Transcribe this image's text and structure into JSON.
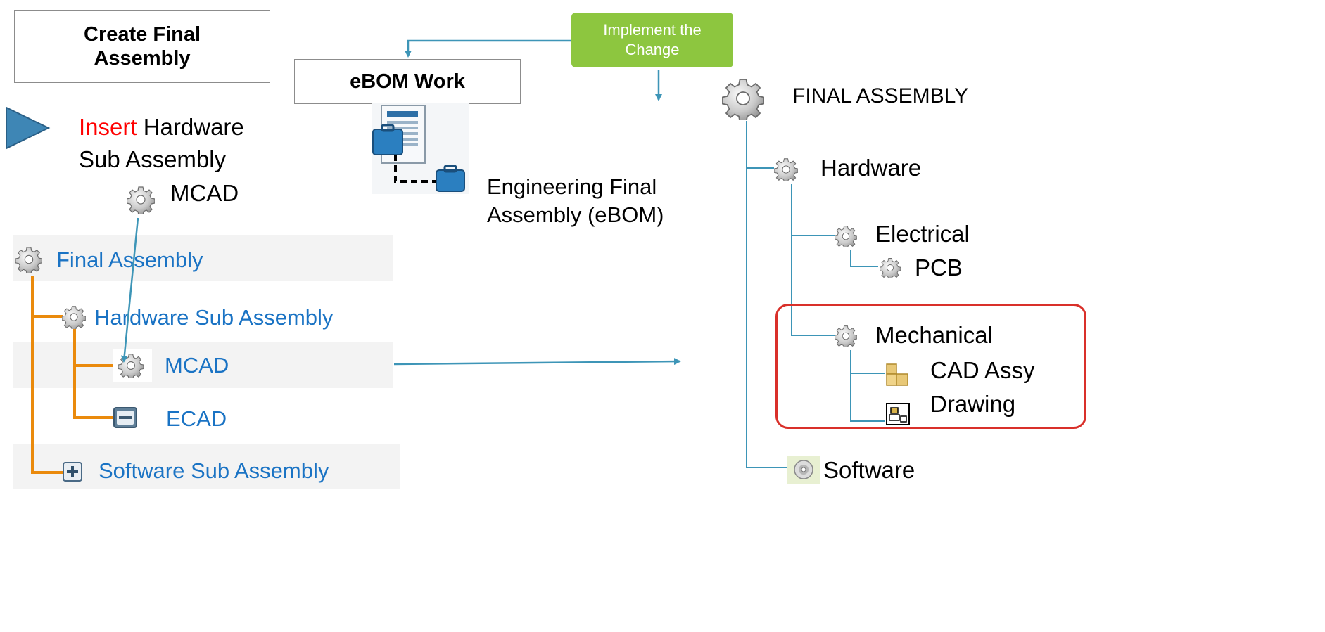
{
  "left_panel": {
    "create_box_line1": "Create Final",
    "create_box_line2": "Assembly",
    "insert_word": "Insert",
    "insert_rest_line1": " Hardware",
    "insert_line2": "Sub Assembly",
    "mcad_floating": "MCAD",
    "tree": {
      "final_assembly": "Final Assembly",
      "hardware_sub_assembly": "Hardware Sub Assembly",
      "mcad": "MCAD",
      "ecad": "ECAD",
      "software_sub_assembly": "Software Sub Assembly"
    }
  },
  "middle": {
    "ebom_box": "eBOM Work",
    "implement_line1": "Implement the",
    "implement_line2": "Change",
    "eng_line1": "Engineering Final",
    "eng_line2": "Assembly (eBOM)"
  },
  "right_tree": {
    "root": "FINAL ASSEMBLY",
    "hardware": "Hardware",
    "electrical": "Electrical",
    "pcb": "PCB",
    "mechanical": "Mechanical",
    "cad_assy": "CAD Assy",
    "drawing": "Drawing",
    "software": "Software"
  },
  "colors": {
    "tree_blue": "#1a73c4",
    "tree_orange": "#ea8a0c",
    "connector_teal": "#3d95b7",
    "highlight_red": "#d9302a",
    "insert_red": "#ff0000",
    "implement_green": "#8dc63f",
    "arrow_triangle": "#3e86b5"
  },
  "icons": [
    "gear-icon",
    "minus-box-icon",
    "plus-box-icon",
    "ebom-document-icon",
    "briefcase-icon",
    "cad-assembly-icon",
    "drawing-icon",
    "disc-icon"
  ]
}
